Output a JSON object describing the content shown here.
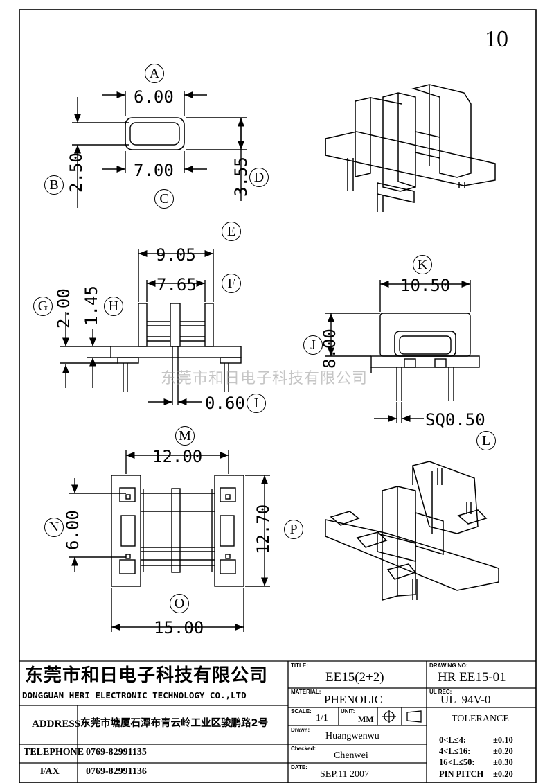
{
  "page_number": "10",
  "watermark": "东莞市和日电子科技有限公司",
  "dims": {
    "A": {
      "label": "A",
      "value": "6.00"
    },
    "B": {
      "label": "B",
      "value": "2.50"
    },
    "C": {
      "label": "C",
      "value": "7.00"
    },
    "D": {
      "label": "D",
      "value": "3.55"
    },
    "E": {
      "label": "E",
      "value": "9.05"
    },
    "F": {
      "label": "F",
      "value": "7.65"
    },
    "G": {
      "label": "G",
      "value": "2.00"
    },
    "H": {
      "label": "H",
      "value": "1.45"
    },
    "I": {
      "label": "I",
      "value": "0.60"
    },
    "J": {
      "label": "J",
      "value": "8.00"
    },
    "K": {
      "label": "K",
      "value": "10.50"
    },
    "L": {
      "label": "L",
      "value": "SQ0.50"
    },
    "M": {
      "label": "M",
      "value": "12.00"
    },
    "N": {
      "label": "N",
      "value": "6.00"
    },
    "O": {
      "label": "O",
      "value": "15.00"
    },
    "P": {
      "label": "P",
      "value": "12.70"
    }
  },
  "title_block": {
    "company_cn": "东莞市和日电子科技有限公司",
    "company_en": "DONGGUAN HERI ELECTRONIC TECHNOLOGY CO.,LTD",
    "address_label": "ADDRESS",
    "address_value": "东莞市塘厦石潭布青云岭工业区骏鹏路2号",
    "telephone_label": "TELEPHONE",
    "telephone_value": "0769-82991135",
    "fax_label": "FAX",
    "fax_value": "0769-82991136",
    "title_label": "TITLE:",
    "title_value": "EE15(2+2)",
    "material_label": "MATERIAL:",
    "material_value": "PHENOLIC",
    "scale_label": "SCALE:",
    "scale_value": "1/1",
    "unit_label": "UNIT:",
    "unit_value": "MM",
    "drawn_label": "Drawn:",
    "drawn_value": "Huangwenwu",
    "checked_label": "Checked:",
    "checked_value": "Chenwei",
    "date_label": "DATE:",
    "date_value": "SEP.11 2007",
    "drawing_no_label": "DRAWING NO:",
    "drawing_no_value": "HR EE15-01",
    "ul_rec_label": "UL REC:",
    "ul_rec_value": "UL  94V-0",
    "tolerance_label": "TOLERANCE",
    "tolerances": [
      {
        "range": "0<L≤4:",
        "value": "±0.10"
      },
      {
        "range": "4<L≤16:",
        "value": "±0.20"
      },
      {
        "range": "16<L≤50:",
        "value": "±0.30"
      },
      {
        "range": "PIN PITCH",
        "value": "±0.20"
      }
    ]
  }
}
